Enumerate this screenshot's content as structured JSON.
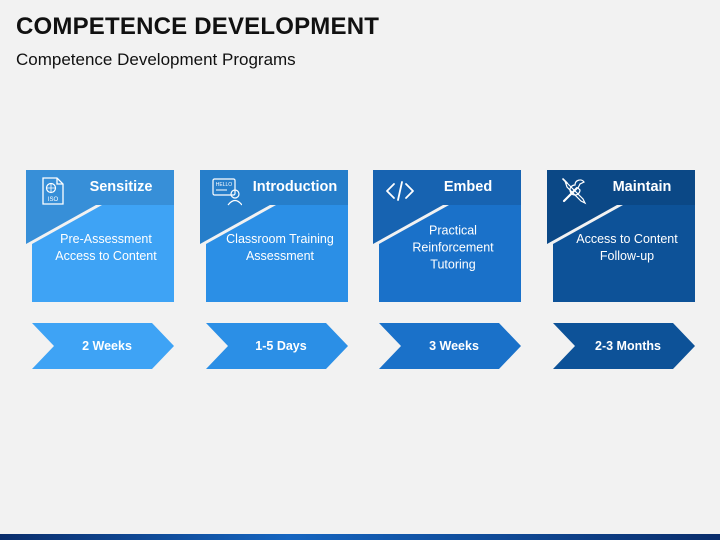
{
  "page": {
    "title": "COMPETENCE DEVELOPMENT",
    "subtitle": "Competence Development Programs"
  },
  "steps": [
    {
      "heading": "Sensitize",
      "lines": [
        "Pre-Assessment",
        "Access to Content"
      ],
      "duration": "2 Weeks",
      "icon": "iso-document-icon",
      "icon_text": "ISO",
      "color": "#3ea3f5"
    },
    {
      "heading": "Introduction",
      "lines": [
        "Classroom Training",
        "Assessment"
      ],
      "duration": "1-5 Days",
      "icon": "hello-badge-user-icon",
      "icon_text": "HELLO",
      "color": "#2b8fe6"
    },
    {
      "heading": "Embed",
      "lines": [
        "Practical",
        "Reinforcement",
        "Tutoring"
      ],
      "duration": "3 Weeks",
      "icon": "code-brackets-icon",
      "color": "#1a71c9"
    },
    {
      "heading": "Maintain",
      "lines": [
        "Access to Content",
        "Follow-up"
      ],
      "duration": "2-3 Months",
      "icon": "wrench-screwdriver-icon",
      "color": "#0d5298"
    }
  ]
}
